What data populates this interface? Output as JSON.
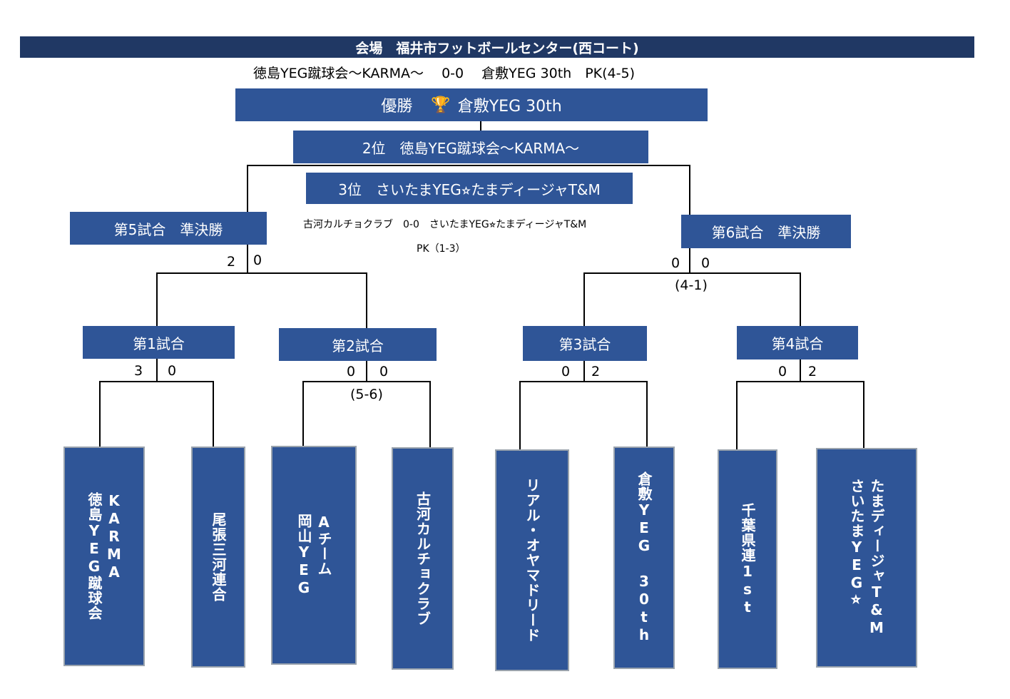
{
  "header": {
    "venue": "会場　福井市フットボールセンター(西コート)"
  },
  "final": {
    "result": "徳島YEG蹴球会～KARMA～　 0-0　 倉敷YEG 30th　PK(4-5)",
    "champion_label": "優勝",
    "champion_team": "倉敷YEG 30th",
    "second": "2位　徳島YEG蹴球会～KARMA～",
    "third": "3位　さいたまYEG⭐︎たまディージャT&M"
  },
  "third_place_match": {
    "result": "古河カルチョクラブ　0-0　さいたまYEG⭐︎たまディージャT&M",
    "pk": "PK（1-3）"
  },
  "semifinals": [
    {
      "label": "第5試合　準決勝",
      "score_left": "2",
      "score_right": "0",
      "pk": ""
    },
    {
      "label": "第6試合　準決勝",
      "score_left": "0",
      "score_right": "0",
      "pk": "(4-1)"
    }
  ],
  "matches": [
    {
      "label": "第1試合",
      "score_left": "3",
      "score_right": "0",
      "pk": ""
    },
    {
      "label": "第2試合",
      "score_left": "0",
      "score_right": "0",
      "pk": "(5-6)"
    },
    {
      "label": "第3試合",
      "score_left": "0",
      "score_right": "2",
      "pk": ""
    },
    {
      "label": "第4試合",
      "score_left": "0",
      "score_right": "2",
      "pk": ""
    }
  ],
  "teams": [
    {
      "name": "KARMA\n徳島YEG蹴球会"
    },
    {
      "name": "尾張三河連合"
    },
    {
      "name": "Aチーム\n岡山YEG"
    },
    {
      "name": "古河カルチョクラブ"
    },
    {
      "name": "リアル・オヤマドリード"
    },
    {
      "name": "倉敷YEG 30th"
    },
    {
      "name": "千葉県連1st"
    },
    {
      "name": "たまディージャT&M\nさいたまYEG⭐︎"
    }
  ],
  "icons": {
    "trophy": "trophy-icon"
  },
  "colors": {
    "box": "#2f5597",
    "header": "#203864",
    "line": "#000000"
  }
}
